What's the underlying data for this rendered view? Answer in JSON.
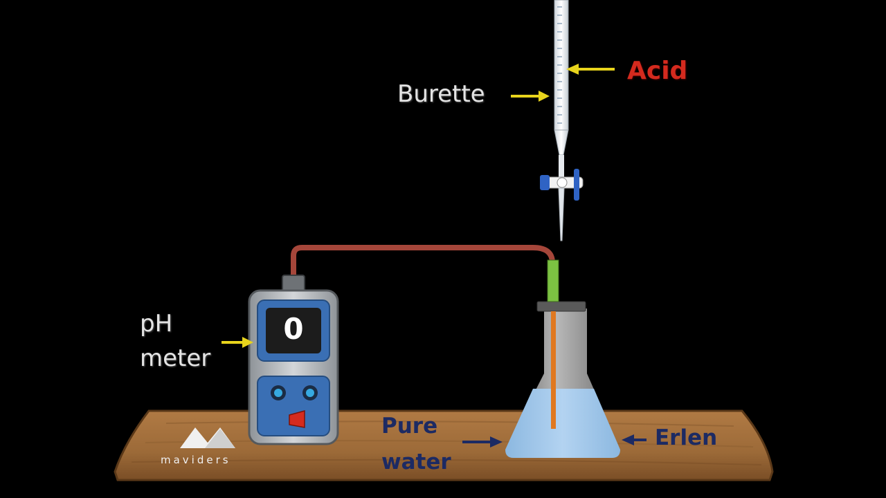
{
  "labels": {
    "burette": "Burette",
    "acid": "Acid",
    "ph_meter_line1": "pH",
    "ph_meter_line2": "meter",
    "pure_water_line1": "Pure",
    "pure_water_line2": "water",
    "erlen": "Erlen"
  },
  "ph_meter": {
    "display_value": "0"
  },
  "logo": {
    "text": "maviders"
  },
  "colors": {
    "background": "#000000",
    "acid_label": "#d42a1e",
    "pointer_arrow": "#e8d41c",
    "navy_label": "#1c2a63",
    "water": "#9ec6ea",
    "cable": "#a5463a",
    "electrode_top": "#7cc242",
    "table_wood": "#a8723f"
  },
  "icons": {
    "burette_arrow": "right-arrow-icon",
    "acid_arrow": "left-arrow-icon",
    "meter_arrow": "right-arrow-icon",
    "water_arrow": "right-arrow-icon",
    "erlen_arrow": "left-arrow-icon"
  }
}
